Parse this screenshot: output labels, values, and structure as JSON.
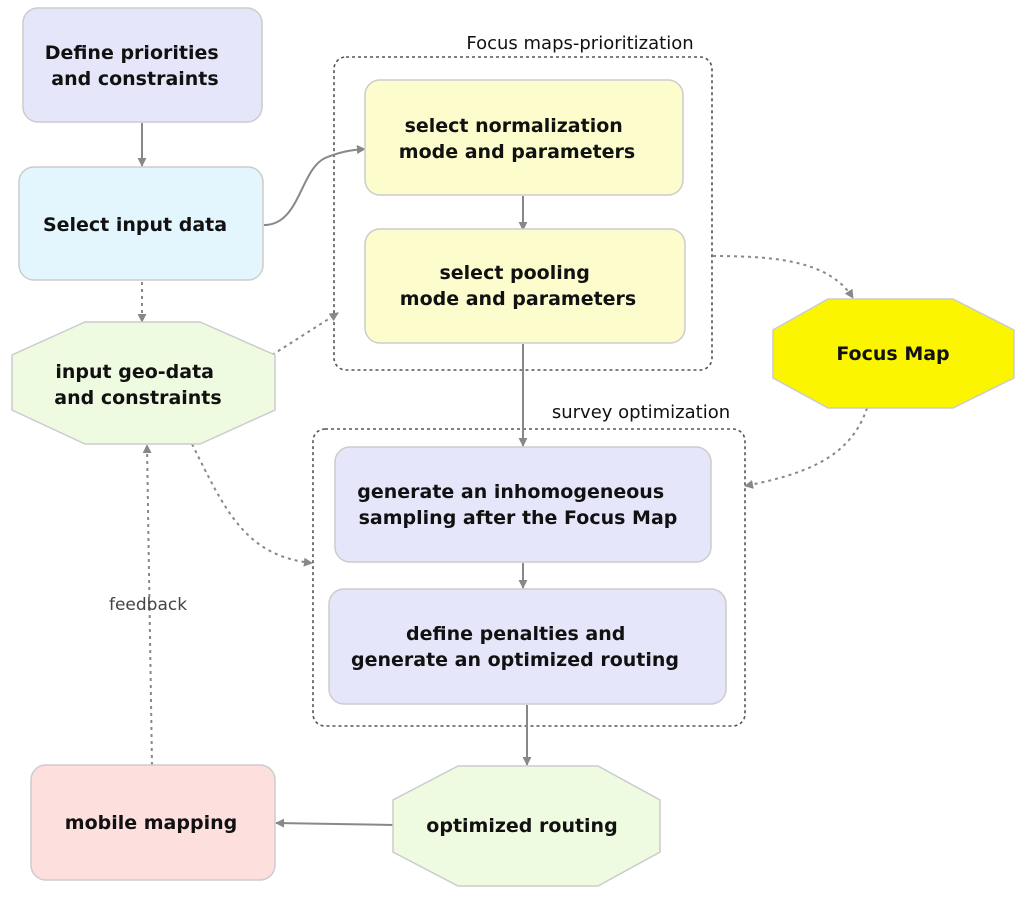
{
  "clusters": {
    "focus_maps": {
      "label": "Focus maps-prioritization"
    },
    "survey_optimization": {
      "label": "survey optimization"
    }
  },
  "nodes": {
    "define_priorities": {
      "lines": [
        "Define priorities",
        "and constraints"
      ],
      "color": "#e6e6fa"
    },
    "select_input": {
      "lines": [
        "Select input data"
      ],
      "color": "#e3f5fd"
    },
    "input_geo": {
      "lines": [
        "input geo-data",
        "and constraints"
      ],
      "color": "#eefbe0"
    },
    "select_normalization": {
      "lines": [
        "select normalization",
        "mode and parameters"
      ],
      "color": "#fdfccc"
    },
    "select_pooling": {
      "lines": [
        "select pooling",
        "mode and parameters"
      ],
      "color": "#fdfccc"
    },
    "focus_map": {
      "lines": [
        "Focus Map"
      ],
      "color": "#fbf600"
    },
    "generate_sampling": {
      "lines": [
        "generate an inhomogeneous",
        "sampling after the Focus Map"
      ],
      "color": "#e6e6fa"
    },
    "define_penalties": {
      "lines": [
        "define penalties and",
        "generate an optimized routing"
      ],
      "color": "#e6e6fa"
    },
    "optimized_routing": {
      "lines": [
        "optimized routing"
      ],
      "color": "#eefbe0"
    },
    "mobile_mapping": {
      "lines": [
        "mobile mapping"
      ],
      "color": "#fde0de"
    }
  },
  "edges": {
    "feedback_label": "feedback"
  },
  "colors": {
    "edge": "#888888",
    "node_border": "#cccccc",
    "cluster_border": "#555555"
  }
}
